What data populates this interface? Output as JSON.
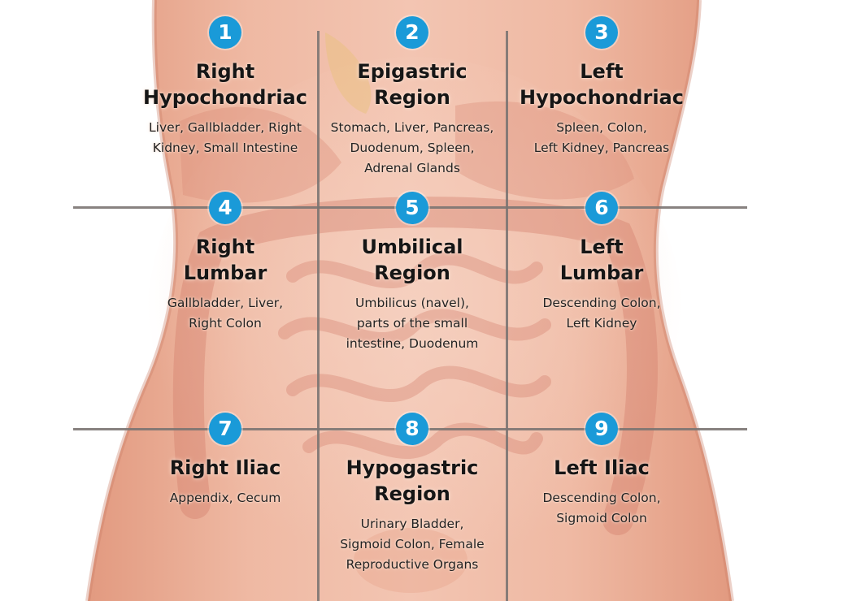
{
  "diagram": {
    "colors": {
      "badge": "#1a9ad8",
      "skin": "#ecb29c",
      "divider": "#7b7472"
    },
    "regions": [
      {
        "number": "1",
        "title_lines": [
          "Right",
          "Hypochondriac"
        ],
        "organ_lines": [
          "Liver, Gallbladder, Right",
          "Kidney, Small Intestine"
        ]
      },
      {
        "number": "2",
        "title_lines": [
          "Epigastric",
          "Region"
        ],
        "organ_lines": [
          "Stomach, Liver, Pancreas,",
          "Duodenum, Spleen,",
          "Adrenal Glands"
        ]
      },
      {
        "number": "3",
        "title_lines": [
          "Left",
          "Hypochondriac"
        ],
        "organ_lines": [
          "Spleen, Colon,",
          "Left Kidney, Pancreas"
        ]
      },
      {
        "number": "4",
        "title_lines": [
          "Right",
          "Lumbar"
        ],
        "organ_lines": [
          "Gallbladder, Liver,",
          "Right Colon"
        ]
      },
      {
        "number": "5",
        "title_lines": [
          "Umbilical",
          "Region"
        ],
        "organ_lines": [
          "Umbilicus (navel),",
          "parts of the small",
          "intestine, Duodenum"
        ]
      },
      {
        "number": "6",
        "title_lines": [
          "Left",
          "Lumbar"
        ],
        "organ_lines": [
          "Descending Colon,",
          "Left Kidney"
        ]
      },
      {
        "number": "7",
        "title_lines": [
          "Right Iliac"
        ],
        "organ_lines": [
          "Appendix, Cecum"
        ]
      },
      {
        "number": "8",
        "title_lines": [
          "Hypogastric",
          "Region"
        ],
        "organ_lines": [
          "Urinary Bladder,",
          "Sigmoid Colon, Female",
          "Reproductive Organs"
        ]
      },
      {
        "number": "9",
        "title_lines": [
          "Left Iliac"
        ],
        "organ_lines": [
          "Descending Colon,",
          "Sigmoid Colon"
        ]
      }
    ]
  }
}
